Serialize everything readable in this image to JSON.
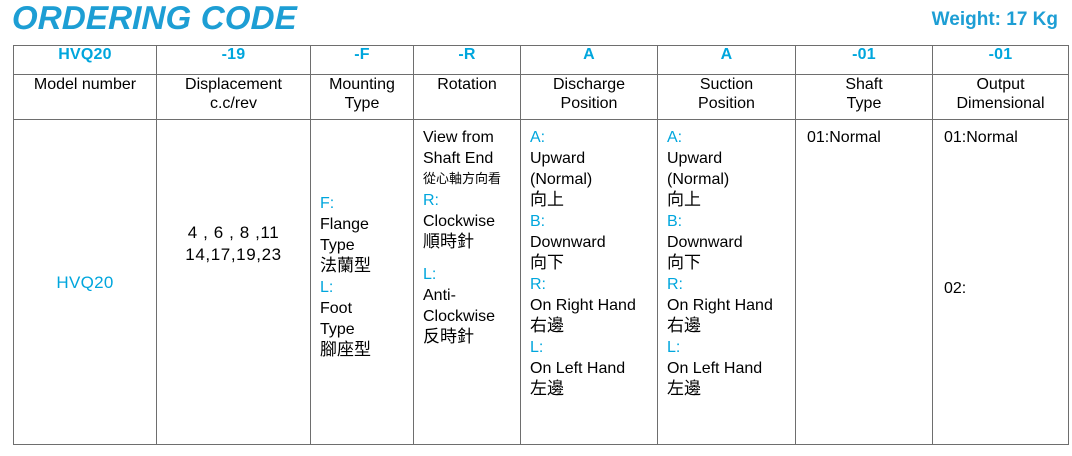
{
  "header": {
    "title": "ORDERING CODE",
    "weight": "Weight: 17 Kg",
    "accent_color": "#1d9ed4",
    "code_color": "#00a6dd",
    "border_color": "#6e6e6e"
  },
  "table": {
    "code_row": [
      "HVQ20",
      "-19",
      "-F",
      "-R",
      "A",
      "A",
      "-01",
      "-01"
    ],
    "header_row": [
      "Model number",
      "Displacement\nc.c/rev",
      "Mounting\nType",
      "Rotation",
      "Discharge\nPosition",
      "Suction\nPosition",
      "Shaft\nType",
      "Output\nDimensional"
    ],
    "columns": {
      "model_number": {
        "code": "HVQ20",
        "header_line1": "Displacement",
        "title": "Model number",
        "value": "HVQ20"
      },
      "displacement": {
        "code": "-19",
        "header_line1": "Displacement",
        "header_line2": "c.c/rev",
        "value_line1": "4 , 6 , 8 ,11",
        "value_line2": "14,17,19,23"
      },
      "mounting_type": {
        "code": "-F",
        "header_line1": "Mounting",
        "header_line2": "Type",
        "items": [
          {
            "key": "F:",
            "en1": "Flange",
            "en2": "Type",
            "cjk": "法蘭型"
          },
          {
            "key": "L:",
            "en1": "Foot",
            "en2": "Type",
            "cjk": "腳座型"
          }
        ]
      },
      "rotation": {
        "code": "-R",
        "header_line1": "Rotation",
        "note_line1": "View from",
        "note_line2": "Shaft End",
        "note_cjk": "從心軸方向看",
        "items": [
          {
            "key": "R:",
            "en1": "Clockwise",
            "cjk": "順時針"
          },
          {
            "key": "L:",
            "en1": "Anti-",
            "en2": "Clockwise",
            "cjk": "反時針"
          }
        ]
      },
      "discharge_position": {
        "code": "A",
        "header_line1": "Discharge",
        "header_line2": "Position",
        "items": [
          {
            "key": "A:",
            "en1": "Upward",
            "en2": "(Normal)",
            "cjk": "向上"
          },
          {
            "key": "B:",
            "en1": "Downward",
            "cjk": "向下"
          },
          {
            "key": "R:",
            "en1": "On Right Hand",
            "cjk": "右邊"
          },
          {
            "key": "L:",
            "en1": "On Left Hand",
            "cjk": "左邊"
          }
        ]
      },
      "suction_position": {
        "code": "A",
        "header_line1": "Suction",
        "header_line2": "Position",
        "items": [
          {
            "key": "A:",
            "en1": "Upward",
            "en2": "(Normal)",
            "cjk": "向上"
          },
          {
            "key": "B:",
            "en1": "Downward",
            "cjk": "向下"
          },
          {
            "key": "R:",
            "en1": "On Right Hand",
            "cjk": "右邊"
          },
          {
            "key": "L:",
            "en1": "On Left Hand",
            "cjk": "左邊"
          }
        ]
      },
      "shaft_type": {
        "code": "-01",
        "header_line1": "Shaft",
        "header_line2": "Type",
        "value_line1": "01:Normal"
      },
      "output_dimensional": {
        "code": "-01",
        "header_line1": "Output",
        "header_line2": "Dimensional",
        "value_line1": "01:Normal",
        "value_line2": "02:"
      }
    }
  }
}
